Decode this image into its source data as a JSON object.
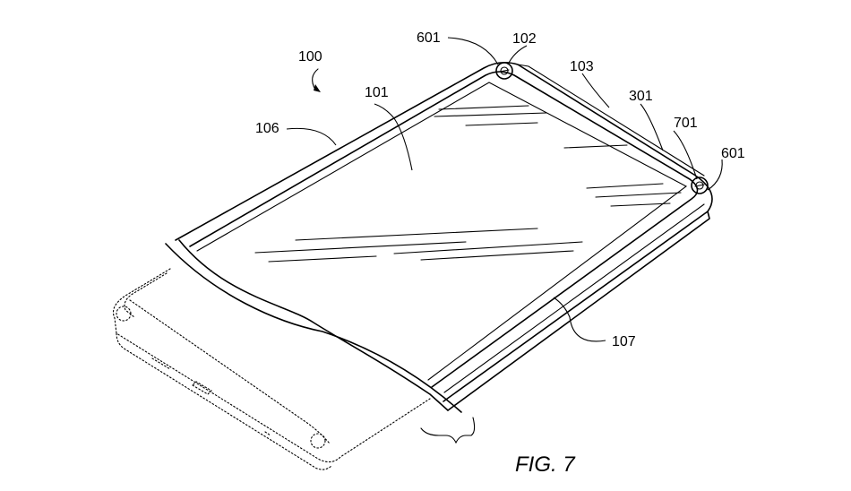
{
  "figure": {
    "caption": "FIG. 7",
    "labels": {
      "l100": "100",
      "l101": "101",
      "l102": "102",
      "l103": "103",
      "l106": "106",
      "l107": "107",
      "l301": "301",
      "l601a": "601",
      "l601b": "601",
      "l701": "701"
    },
    "colors": {
      "ink": "#000000",
      "paper": "#ffffff"
    }
  }
}
